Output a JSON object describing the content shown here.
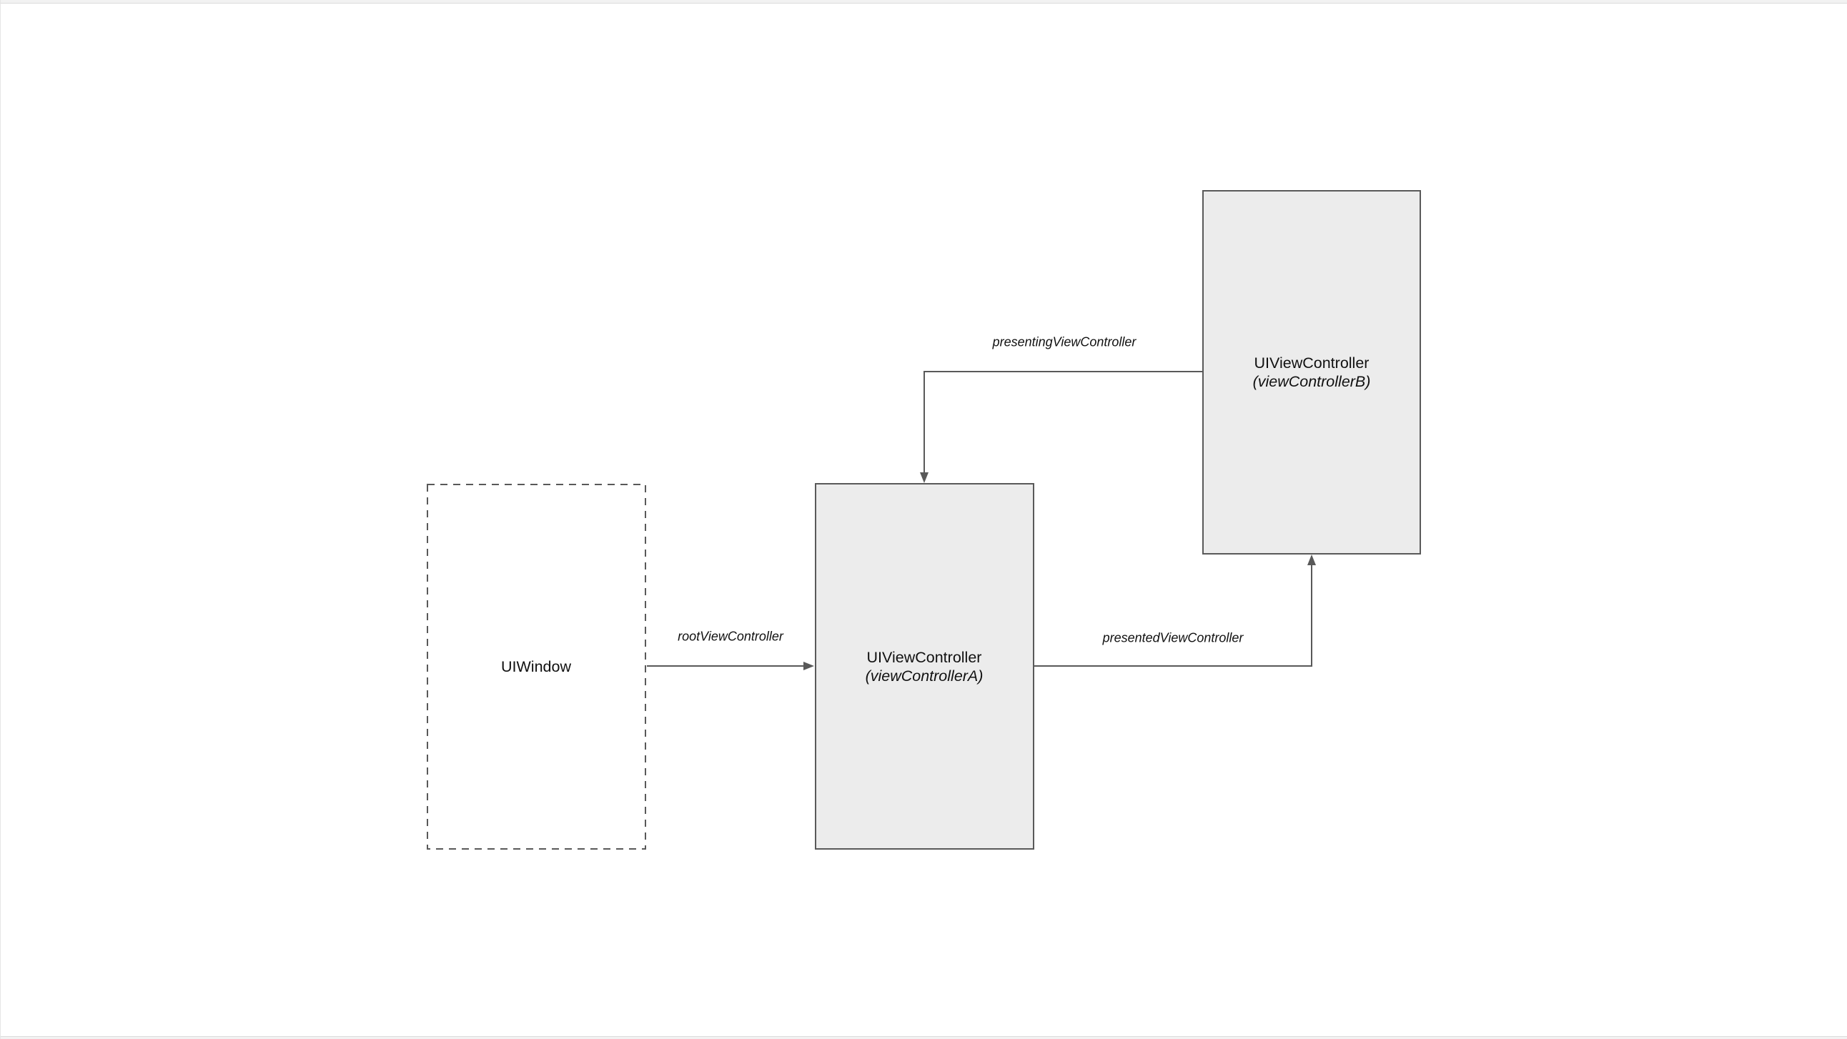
{
  "nodes": {
    "uiwindow": {
      "title": "UIWindow"
    },
    "viewControllerA": {
      "title": "UIViewController",
      "subtitle": "(viewControllerA)"
    },
    "viewControllerB": {
      "title": "UIViewController",
      "subtitle": "(viewControllerB)"
    }
  },
  "edges": {
    "root": {
      "label": "rootViewController"
    },
    "presenting": {
      "label": "presentingViewController"
    },
    "presented": {
      "label": "presentedViewController"
    }
  },
  "colors": {
    "node_fill": "#ececec",
    "stroke": "#595959",
    "text": "#111111",
    "canvas_bg": "#ffffff",
    "frame_bg": "#f2f2f2"
  }
}
